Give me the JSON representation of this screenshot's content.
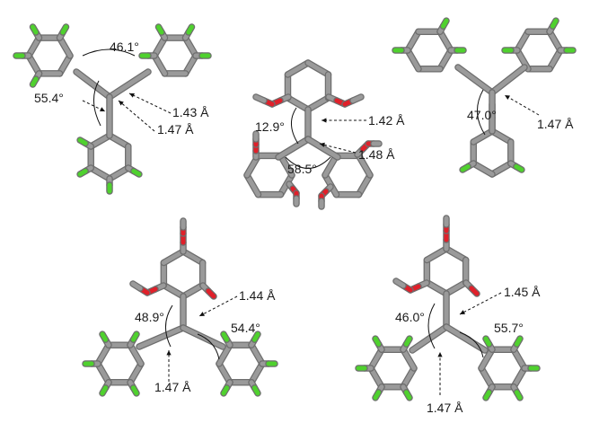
{
  "colors": {
    "carbon": "#9a9a9a",
    "carbon_edge": "#6e6e6e",
    "fluorine": "#4fd12e",
    "oxygen": "#e0202a",
    "annotation": "#111111"
  },
  "atom_icons": [
    "carbon-bond-icon",
    "fluorine-bond-icon",
    "oxygen-bond-icon"
  ],
  "structures": [
    {
      "id": "s1",
      "annotations": [
        {
          "id": "angle-top",
          "text": "46.1°"
        },
        {
          "id": "angle-left",
          "text": "55.4°"
        },
        {
          "id": "bond-a",
          "text": "1.43 Å"
        },
        {
          "id": "bond-b",
          "text": "1.47 Å"
        }
      ]
    },
    {
      "id": "s2",
      "annotations": [
        {
          "id": "angle-left",
          "text": "12.9°"
        },
        {
          "id": "bond-a",
          "text": "1.42 Å"
        },
        {
          "id": "bond-b",
          "text": "1.48 Å"
        },
        {
          "id": "angle-bottom",
          "text": "58.5°"
        }
      ]
    },
    {
      "id": "s3",
      "annotations": [
        {
          "id": "angle-left",
          "text": "47.0°"
        },
        {
          "id": "bond-a",
          "text": "1.47 Å"
        }
      ]
    },
    {
      "id": "s4",
      "annotations": [
        {
          "id": "bond-a",
          "text": "1.44 Å"
        },
        {
          "id": "angle-left",
          "text": "48.9°"
        },
        {
          "id": "angle-right",
          "text": "54.4°"
        },
        {
          "id": "bond-b",
          "text": "1.47 Å"
        }
      ]
    },
    {
      "id": "s5",
      "annotations": [
        {
          "id": "bond-a",
          "text": "1.45 Å"
        },
        {
          "id": "angle-left",
          "text": "46.0°"
        },
        {
          "id": "angle-right",
          "text": "55.7°"
        },
        {
          "id": "bond-b",
          "text": "1.47 Å"
        }
      ]
    }
  ]
}
